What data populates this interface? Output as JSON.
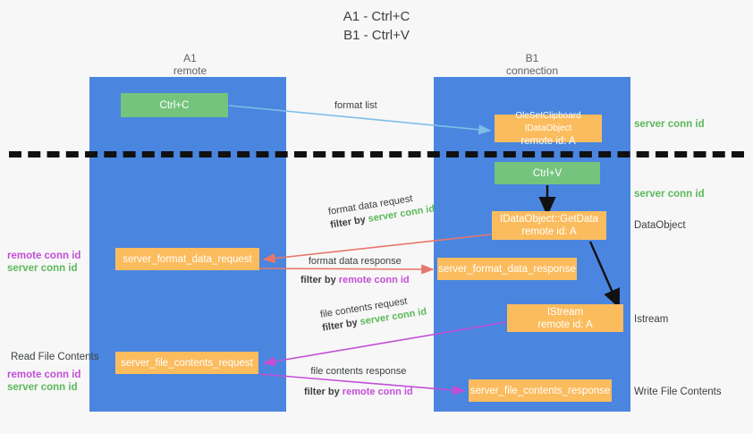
{
  "title": {
    "line1": "A1 - Ctrl+C",
    "line2": "B1 - Ctrl+V"
  },
  "lanes": [
    {
      "id": "a1",
      "name": "A1",
      "sub": "remote",
      "color": "#4a86df"
    },
    {
      "id": "b1",
      "name": "B1",
      "sub": "connection",
      "color": "#4a86df"
    }
  ],
  "colors": {
    "lane": "#4a86df",
    "orange_box": "#fbbc5e",
    "green_box": "#75c47d",
    "server_conn_id": "#5cb85c",
    "remote_conn_id": "#c24fd6",
    "arrow_lightblue": "#7fbde8",
    "arrow_red": "#e8766b",
    "arrow_magenta": "#c24fd6",
    "arrow_black": "#111111",
    "divider": "#111111",
    "background": "#f7f7f7"
  },
  "boxes": {
    "ctrl_c": {
      "line1": "Ctrl+C",
      "line2": "",
      "style": "green"
    },
    "idataobject": {
      "line1": "OleSetClipboard IDataObject",
      "line2": "remote id: A",
      "style": "orange"
    },
    "ctrl_v": {
      "line1": "Ctrl+V",
      "line2": "",
      "style": "green"
    },
    "getdata": {
      "line1": "IDataObject::GetData",
      "line2": "remote id: A",
      "style": "orange"
    },
    "format_data_request": {
      "line1": "server_format_data_request",
      "line2": "",
      "style": "orange"
    },
    "format_data_response": {
      "line1": "server_format_data_response",
      "line2": "",
      "style": "orange"
    },
    "istream": {
      "line1": "IStream",
      "line2": "remote id: A",
      "style": "orange"
    },
    "file_contents_request": {
      "line1": "server_file_contents_request",
      "line2": "",
      "style": "orange"
    },
    "file_contents_response": {
      "line1": "server_file_contents_response",
      "line2": "",
      "style": "orange"
    }
  },
  "flow_labels": {
    "format_list": "format list",
    "format_data_request": "format data request",
    "format_data_request_filter_prefix": "filter by ",
    "format_data_request_filter_value": "server conn id",
    "format_data_response": "format data response",
    "format_data_response_filter_prefix": "filter by ",
    "format_data_response_filter_value": "remote conn id",
    "file_contents_request": "file contents request",
    "file_contents_request_filter_prefix": "filter by ",
    "file_contents_request_filter_value": "server conn id",
    "file_contents_response": "file contents response",
    "file_contents_response_filter_prefix": "filter by ",
    "file_contents_response_filter_value": "remote conn id"
  },
  "annotations": {
    "right": [
      {
        "text": "server conn id",
        "color": "server"
      },
      {
        "text": "server conn id",
        "color": "server"
      },
      {
        "text": "DataObject",
        "color": "plain"
      },
      {
        "text": "Istream",
        "color": "plain"
      },
      {
        "text": "Write File Contents",
        "color": "plain"
      }
    ],
    "left": {
      "remote_conn_id": "remote conn id",
      "server_conn_id": "server conn id",
      "read_file_contents": "Read File Contents"
    }
  }
}
